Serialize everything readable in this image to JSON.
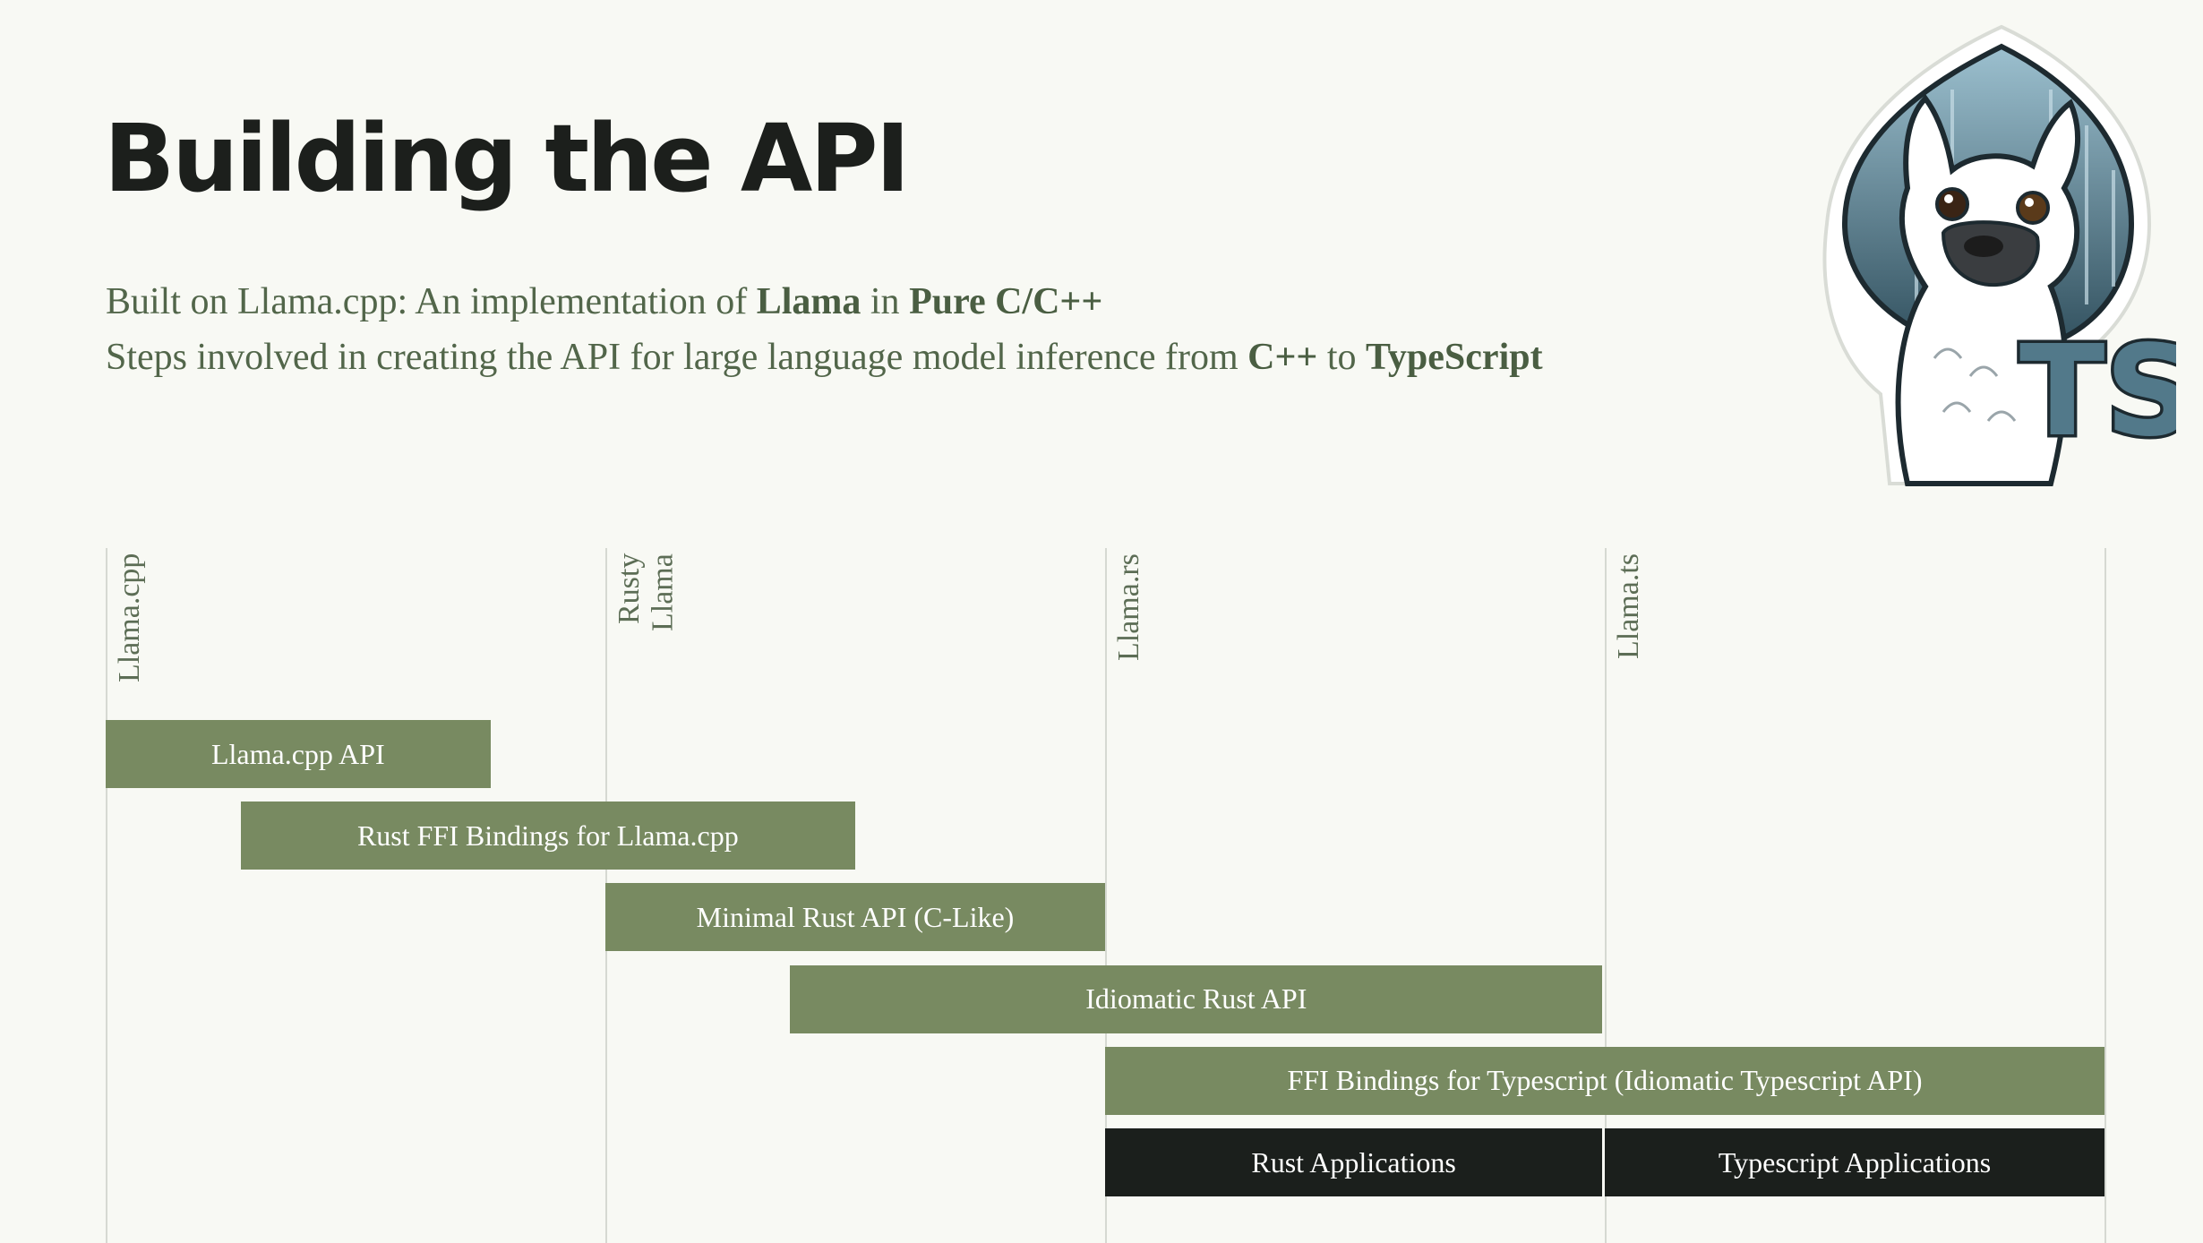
{
  "header": {
    "title": "Building the API",
    "line1": {
      "prefix": "Built on Llama.cpp: An implementation of ",
      "bold1": "Llama",
      "middle": " in ",
      "bold2": "Pure C/C++"
    },
    "line2": {
      "prefix": "Steps involved in creating the API for large language model inference from ",
      "bold1": "C++",
      "middle": " to ",
      "bold2": "TypeScript"
    }
  },
  "logo": {
    "icon": "llama-ts-logo-icon",
    "badge_text": "TS",
    "colors": {
      "teal_dark": "#2f4e5c",
      "teal_light": "#8fb3c2",
      "badge": "#52798a"
    }
  },
  "columns": [
    {
      "label": "Llama.cpp"
    },
    {
      "label": "Rusty Llama"
    },
    {
      "label": "Llama.rs"
    },
    {
      "label": "Llama.ts"
    }
  ],
  "bars": [
    {
      "label": "Llama.cpp API",
      "start": 0.0,
      "end": 0.77,
      "row": 0,
      "style": "green"
    },
    {
      "label": "Rust FFI Bindings for Llama.cpp",
      "start": 0.27,
      "end": 1.5,
      "row": 1,
      "style": "green"
    },
    {
      "label": "Minimal Rust API (C-Like)",
      "start": 1.0,
      "end": 2.0,
      "row": 2,
      "style": "green"
    },
    {
      "label": "Idiomatic Rust API",
      "start": 1.37,
      "end": 2.995,
      "row": 3,
      "style": "green"
    },
    {
      "label": "FFI Bindings for Typescript (Idiomatic Typescript API)",
      "start": 2.0,
      "end": 4.0,
      "row": 4,
      "style": "green"
    },
    {
      "label": "Rust Applications",
      "start": 2.0,
      "end": 2.995,
      "row": 5,
      "style": "dark"
    },
    {
      "label": "Typescript Applications",
      "start": 3.0,
      "end": 4.0,
      "row": 5,
      "style": "dark"
    }
  ],
  "colors": {
    "bar_green": "#788a61",
    "bar_dark": "#1b1f1c",
    "accent_text": "#52664a",
    "background": "#f8f9f4"
  }
}
